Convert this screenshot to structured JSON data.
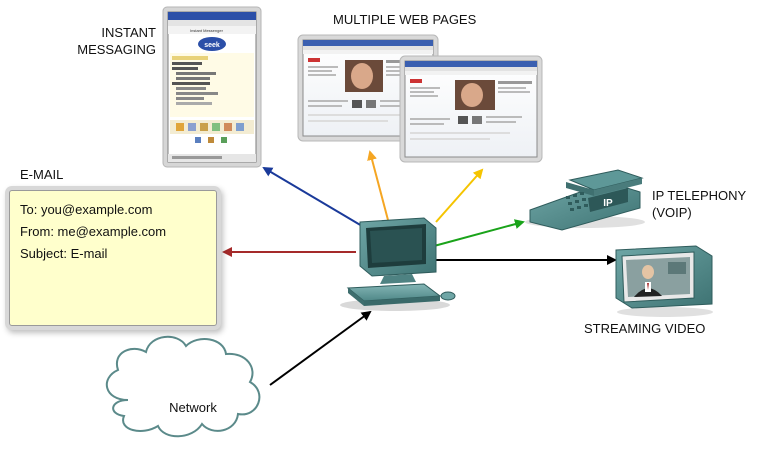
{
  "labels": {
    "instant_messaging": [
      "INSTANT",
      "MESSAGING"
    ],
    "multiple_web_pages": "MULTIPLE WEB PAGES",
    "email": "E-MAIL",
    "ip_telephony": [
      "IP TELEPHONY",
      "(VOIP)"
    ],
    "streaming_video": "STREAMING VIDEO",
    "network": "Network"
  },
  "email_card": {
    "to": "To: you@example.com",
    "from": "From: me@example.com",
    "subject": "Subject: E-mail"
  },
  "im_window": {
    "title": "Instant Messenger",
    "brand": "seek"
  },
  "phone_badge": "IP",
  "arrow_colors": {
    "instant_messaging": "#1a3a9a",
    "web_page_1": "#f5a623",
    "web_page_2": "#f5c400",
    "ip_telephony": "#1aa31a",
    "email": "#a52a2a",
    "streaming_video": "#000000",
    "network": "#000000"
  }
}
